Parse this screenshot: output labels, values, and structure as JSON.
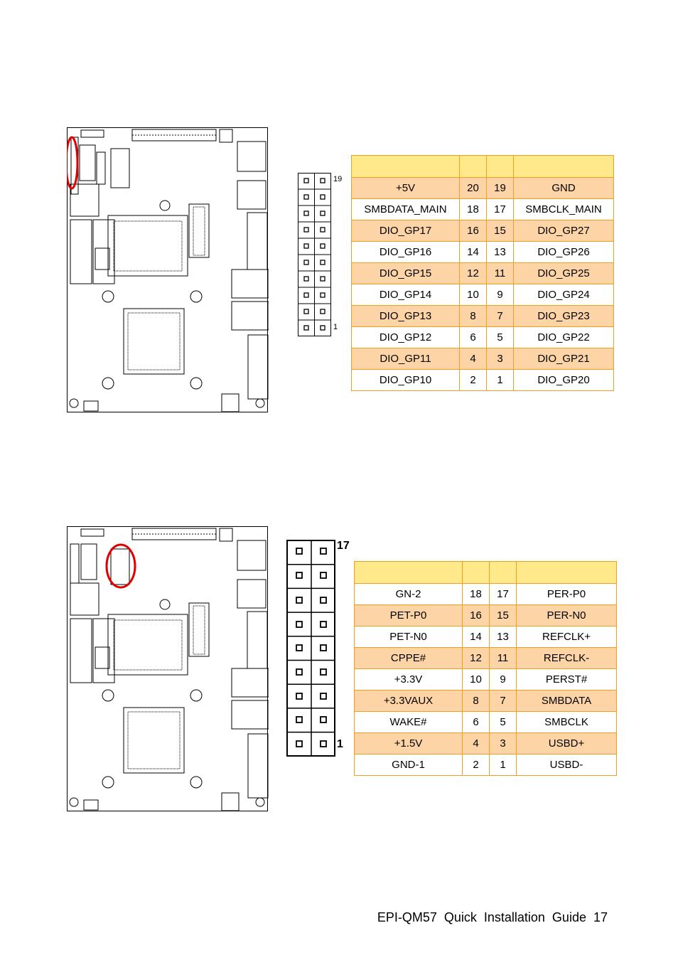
{
  "section1": {
    "pin_labels": {
      "top": "19",
      "bottom": "1"
    },
    "table": {
      "headers": [
        "",
        "",
        "",
        ""
      ],
      "rows": [
        [
          "+5V",
          "20",
          "19",
          "GND"
        ],
        [
          "SMBDATA_MAIN",
          "18",
          "17",
          "SMBCLK_MAIN"
        ],
        [
          "DIO_GP17",
          "16",
          "15",
          "DIO_GP27"
        ],
        [
          "DIO_GP16",
          "14",
          "13",
          "DIO_GP26"
        ],
        [
          "DIO_GP15",
          "12",
          "11",
          "DIO_GP25"
        ],
        [
          "DIO_GP14",
          "10",
          "9",
          "DIO_GP24"
        ],
        [
          "DIO_GP13",
          "8",
          "7",
          "DIO_GP23"
        ],
        [
          "DIO_GP12",
          "6",
          "5",
          "DIO_GP22"
        ],
        [
          "DIO_GP11",
          "4",
          "3",
          "DIO_GP21"
        ],
        [
          "DIO_GP10",
          "2",
          "1",
          "DIO_GP20"
        ]
      ]
    }
  },
  "section2": {
    "pin_labels": {
      "top": "17",
      "bottom": "1"
    },
    "table": {
      "headers": [
        "",
        "",
        "",
        ""
      ],
      "rows": [
        [
          "GN-2",
          "18",
          "17",
          "PER-P0"
        ],
        [
          "PET-P0",
          "16",
          "15",
          "PER-N0"
        ],
        [
          "PET-N0",
          "14",
          "13",
          "REFCLK+"
        ],
        [
          "CPPE#",
          "12",
          "11",
          "REFCLK-"
        ],
        [
          "+3.3V",
          "10",
          "9",
          "PERST#"
        ],
        [
          "+3.3VAUX",
          "8",
          "7",
          "SMBDATA"
        ],
        [
          "WAKE#",
          "6",
          "5",
          "SMBCLK"
        ],
        [
          "+1.5V",
          "4",
          "3",
          "USBD+"
        ],
        [
          "GND-1",
          "2",
          "1",
          "USBD-"
        ]
      ]
    }
  },
  "footer": {
    "text": "EPI-QM57 Quick Installation Guide 17"
  },
  "colors": {
    "border": "#f0a020",
    "header_fill": "#ffe98a",
    "row_shade": "#fcd4a5",
    "highlight_circle": "#e00000"
  }
}
